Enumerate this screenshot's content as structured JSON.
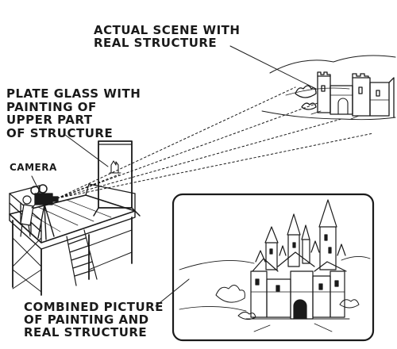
{
  "labels": {
    "actual_scene": "ACTUAL SCENE WITH\nREAL STRUCTURE",
    "plate_glass": "PLATE GLASS WITH\nPAINTING OF\nUPPER PART\nOF STRUCTURE",
    "camera": "CAMERA",
    "combined": "COMBINED PICTURE\nOF PAINTING AND\nREAL STRUCTURE"
  },
  "colors": {
    "ink": "#1a1a1a",
    "paper": "#ffffff"
  }
}
